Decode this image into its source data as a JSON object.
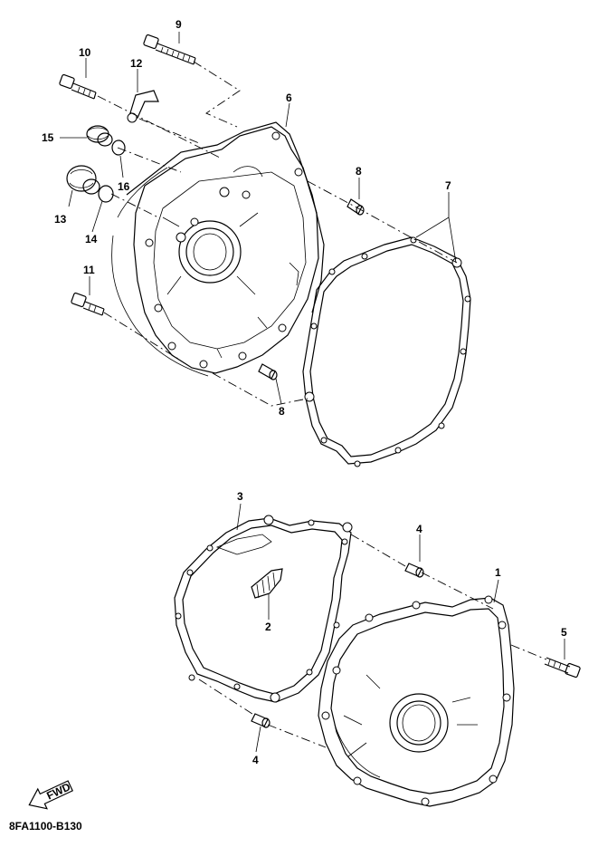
{
  "diagram_code": "8FA1100-B130",
  "fwd_label": "FWD",
  "parts": [
    {
      "id": "1",
      "label": "1"
    },
    {
      "id": "2",
      "label": "2"
    },
    {
      "id": "3",
      "label": "3"
    },
    {
      "id": "4a",
      "label": "4"
    },
    {
      "id": "4b",
      "label": "4"
    },
    {
      "id": "5",
      "label": "5"
    },
    {
      "id": "6",
      "label": "6"
    },
    {
      "id": "7",
      "label": "7"
    },
    {
      "id": "8a",
      "label": "8"
    },
    {
      "id": "8b",
      "label": "8"
    },
    {
      "id": "9",
      "label": "9"
    },
    {
      "id": "10",
      "label": "10"
    },
    {
      "id": "11",
      "label": "11"
    },
    {
      "id": "12",
      "label": "12"
    },
    {
      "id": "13",
      "label": "13"
    },
    {
      "id": "14",
      "label": "14"
    },
    {
      "id": "15",
      "label": "15"
    },
    {
      "id": "16",
      "label": "16"
    }
  ]
}
